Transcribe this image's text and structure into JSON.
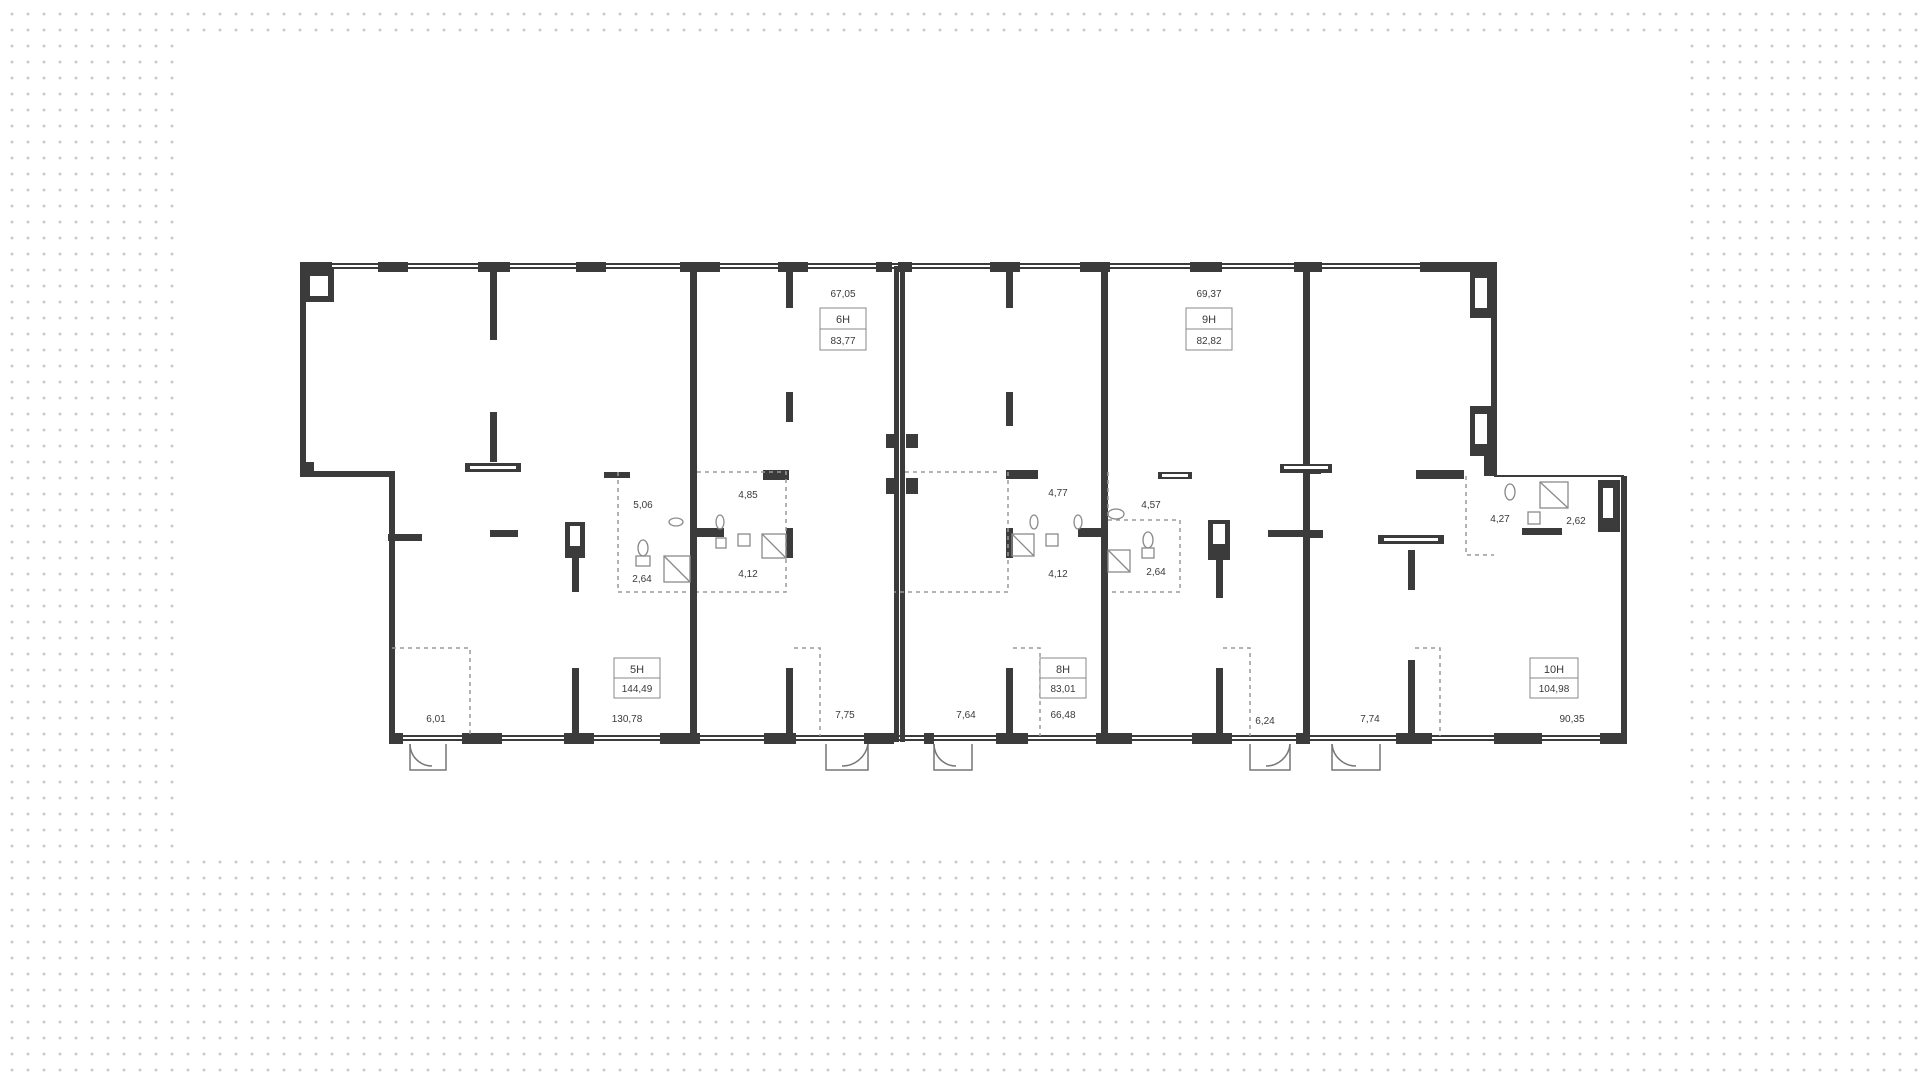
{
  "units": [
    {
      "code": "5Н",
      "area": "144,49"
    },
    {
      "code": "6Н",
      "area": "83,77"
    },
    {
      "code": "8Н",
      "area": "83,01"
    },
    {
      "code": "9Н",
      "area": "82,82"
    },
    {
      "code": "10Н",
      "area": "104,98"
    }
  ],
  "rooms": {
    "r5_main": "130,78",
    "r5_entry": "6,01",
    "r5_tech": "5,06",
    "r5_wc": "2,64",
    "r6_main": "67,05",
    "r6_tech": "4,85",
    "r6_wc": "4,12",
    "r6_entry": "7,75",
    "r8_entry": "7,64",
    "r8_tech": "4,77",
    "r8_wc": "4,12",
    "r8_main": "66,48",
    "r9_main": "69,37",
    "r9_tech": "4,57",
    "r9_wc": "2,64",
    "r9_entry": "6,24",
    "r10_entry": "7,74",
    "r10_tech": "4,27",
    "r10_wc": "2,62",
    "r10_main": "90,35"
  },
  "colors": {
    "wall": "#3b3b3b",
    "fixture": "#8a8a8a",
    "dots": "#c9c9c9"
  }
}
